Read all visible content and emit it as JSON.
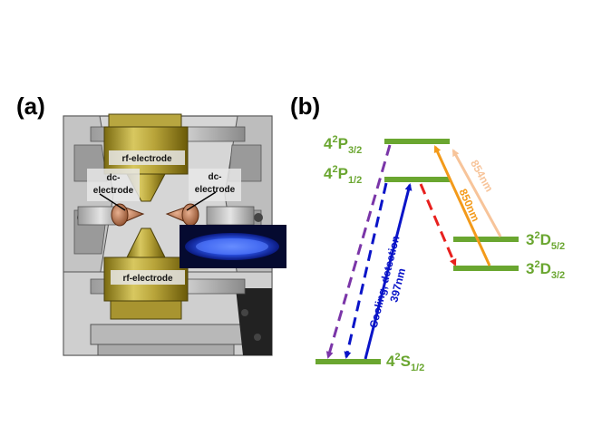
{
  "panel_a": {
    "label": "(a)",
    "rf_top": "rf-electrode",
    "rf_bottom": "rf-electrode",
    "dc_left": [
      "dc-",
      "electrode"
    ],
    "dc_right": [
      "dc-",
      "electrode"
    ]
  },
  "panel_b": {
    "label": "(b)",
    "levels": {
      "p32": {
        "main": "4",
        "sup": "2",
        "letter": "P",
        "sub": "3/2"
      },
      "p12": {
        "main": "4",
        "sup": "2",
        "letter": "P",
        "sub": "1/2"
      },
      "d52": {
        "main": "3",
        "sup": "2",
        "letter": "D",
        "sub": "5/2"
      },
      "d32": {
        "main": "3",
        "sup": "2",
        "letter": "D",
        "sub": "3/2"
      },
      "s12": {
        "main": "4",
        "sup": "2",
        "letter": "S",
        "sub": "1/2"
      }
    },
    "transitions": {
      "cooling_line1": "Cooling, detection",
      "cooling_line2": "397nm",
      "t850": "850nm",
      "t854": "854nm"
    },
    "colors": {
      "level": "#6aa630",
      "label": "#6aa630",
      "blue": "#0a14c8",
      "purple": "#7a35a8",
      "red": "#e8201e",
      "orange": "#f39a1a",
      "peach": "#f7c49a"
    }
  }
}
